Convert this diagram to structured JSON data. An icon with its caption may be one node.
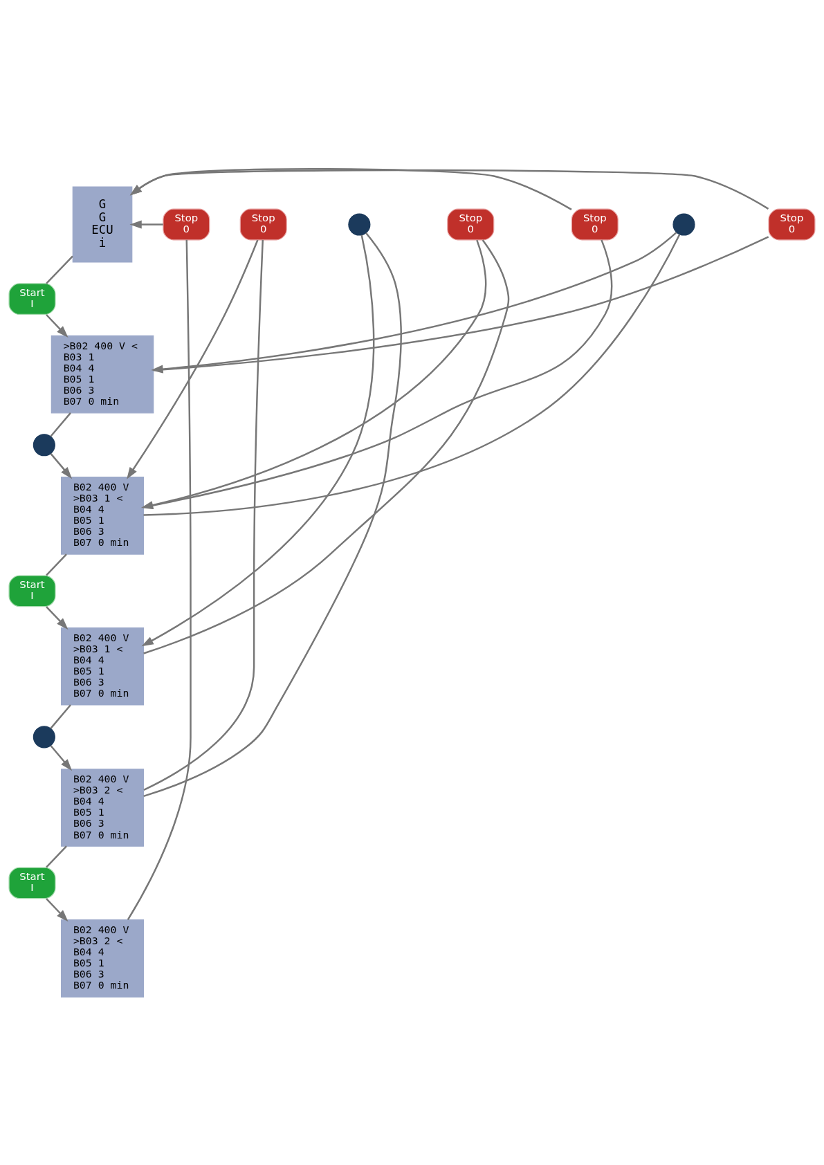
{
  "diagram": {
    "nodes": [
      {
        "text": [
          "G",
          "G",
          "ECU",
          "i"
        ]
      },
      {
        "text": [
          "Stop",
          "0"
        ]
      },
      {
        "text": [
          "Start",
          "I"
        ]
      },
      {
        "text": [
          "Stop",
          "0"
        ]
      },
      {
        "text": [
          ">B02 400 V <",
          "B03 1",
          "B04 4",
          "B05 1",
          "B06 3",
          "B07 0 min"
        ]
      },
      {
        "text": [],
        "shape": "circle"
      },
      {
        "text": [],
        "shape": "circle"
      },
      {
        "text": [
          "B02 400 V",
          ">B03 1 <",
          "B04 4",
          "B05 1",
          "B06 3",
          "B07 0 min"
        ]
      },
      {
        "text": [
          "Stop",
          "0"
        ]
      },
      {
        "text": [
          "Stop",
          "0"
        ]
      },
      {
        "text": [
          "Start",
          "I"
        ]
      },
      {
        "text": [
          "Stop",
          "0"
        ]
      },
      {
        "text": [
          "B02 400 V",
          ">B03 1 <",
          "B04 4",
          "B05 1",
          "B06 3",
          "B07 0 min"
        ]
      },
      {
        "text": [],
        "shape": "circle"
      },
      {
        "text": [],
        "shape": "circle"
      },
      {
        "text": [
          "B02 400 V",
          ">B03 2 <",
          "B04 4",
          "B05 1",
          "B06 3",
          "B07 0 min"
        ]
      },
      {
        "text": [
          "Start",
          "I"
        ]
      },
      {
        "text": [
          "B02 400 V",
          ">B03 2 <",
          "B04 4",
          "B05 1",
          "B06 3",
          "B07 0 min"
        ]
      }
    ],
    "edges": [
      {
        "from": 0,
        "to": 2,
        "arrow": "none"
      },
      {
        "from": 2,
        "to": 4,
        "arrow": "to"
      },
      {
        "from": 4,
        "to": 1,
        "arrow": "none"
      },
      {
        "from": 1,
        "to": 0,
        "arrow": "to"
      },
      {
        "from": 4,
        "to": 6,
        "arrow": "none"
      },
      {
        "from": 6,
        "to": 7,
        "arrow": "to"
      },
      {
        "from": 7,
        "to": 5,
        "arrow": "none"
      },
      {
        "from": 5,
        "to": 4,
        "arrow": "to"
      },
      {
        "from": 7,
        "to": 3,
        "arrow": "none"
      },
      {
        "from": 3,
        "to": 0,
        "arrow": "to"
      },
      {
        "from": 7,
        "to": 10,
        "arrow": "none"
      },
      {
        "from": 10,
        "to": 12,
        "arrow": "to"
      },
      {
        "from": 12,
        "to": 9,
        "arrow": "none"
      },
      {
        "from": 9,
        "to": 7,
        "arrow": "to"
      },
      {
        "from": 12,
        "to": 14,
        "arrow": "none"
      },
      {
        "from": 14,
        "to": 15,
        "arrow": "to"
      },
      {
        "from": 15,
        "to": 13,
        "arrow": "none"
      },
      {
        "from": 13,
        "to": 12,
        "arrow": "to"
      },
      {
        "from": 15,
        "to": 11,
        "arrow": "none"
      },
      {
        "from": 11,
        "to": 7,
        "arrow": "to"
      },
      {
        "from": 15,
        "to": 16,
        "arrow": "none"
      },
      {
        "from": 16,
        "to": 17,
        "arrow": "to"
      },
      {
        "from": 17,
        "to": 8,
        "arrow": "none"
      },
      {
        "from": 8,
        "to": 0,
        "arrow": "to"
      }
    ]
  }
}
